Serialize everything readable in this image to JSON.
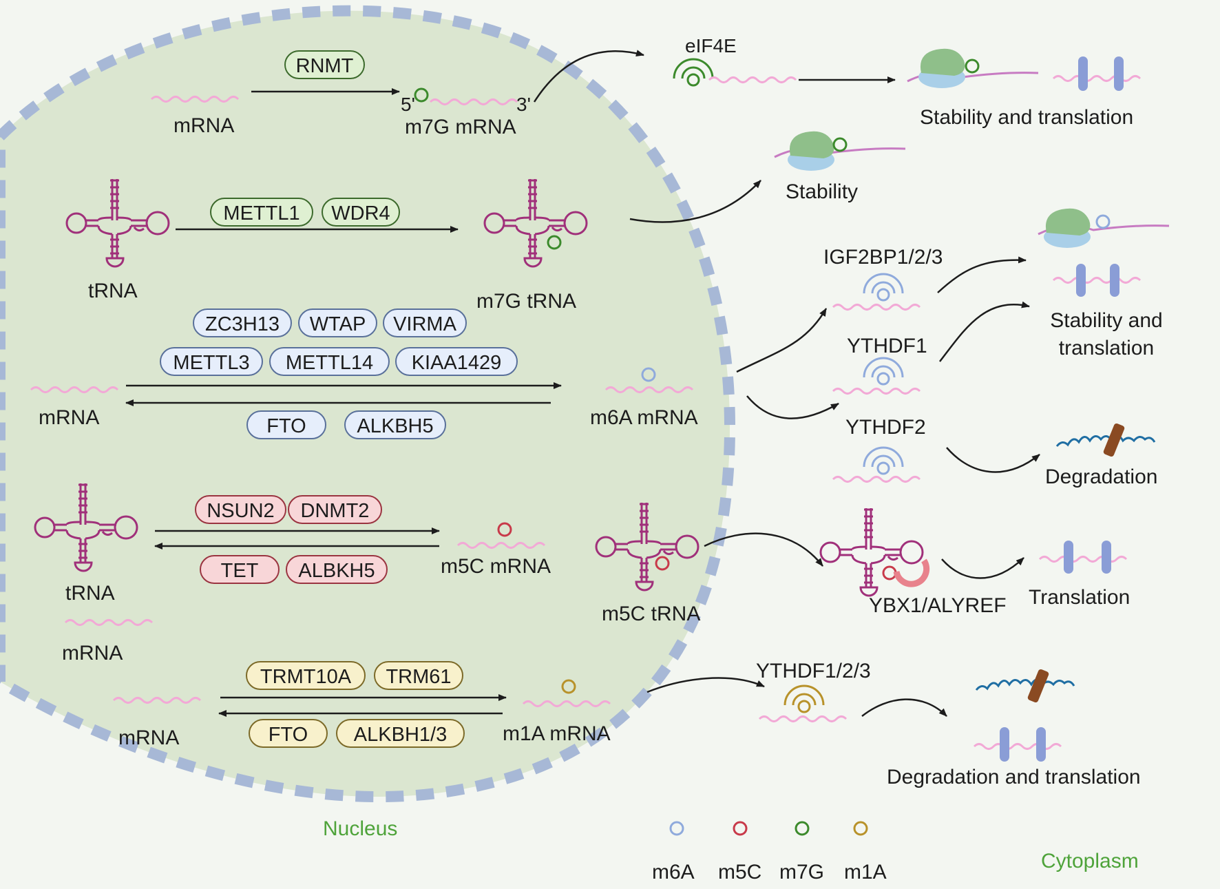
{
  "regions": {
    "nucleus": "Nucleus",
    "cytoplasm": "Cytoplasm"
  },
  "m7g": {
    "writer": "RNMT",
    "substrate": "mRNA",
    "product": "m7G mRNA",
    "five_prime": "5'",
    "three_prime": "3'",
    "reader": "eIF4E",
    "outcome": "Stability and translation",
    "trna_writers": [
      "METTL1",
      "WDR4"
    ],
    "trna_substrate": "tRNA",
    "trna_product": "m7G tRNA",
    "trna_outcome": "Stability"
  },
  "m6a": {
    "writers_row1": [
      "ZC3H13",
      "WTAP",
      "VIRMA"
    ],
    "writers_row2": [
      "METTL3",
      "METTL14",
      "KIAA1429"
    ],
    "erasers": [
      "FTO",
      "ALKBH5"
    ],
    "substrate": "mRNA",
    "product": "m6A mRNA",
    "readers": [
      "IGF2BP1/2/3",
      "YTHDF1",
      "YTHDF2"
    ],
    "outcome_stability": "Stability and translation",
    "outcome_degradation": "Degradation"
  },
  "m5c": {
    "writers": [
      "NSUN2",
      "DNMT2"
    ],
    "erasers": [
      "TET",
      "ALBKH5"
    ],
    "substrate_trna": "tRNA",
    "substrate_mrna": "mRNA",
    "product_mrna": "m5C mRNA",
    "product_trna": "m5C tRNA",
    "reader": "YBX1/ALYREF",
    "outcome": "Translation"
  },
  "m1a": {
    "writers": [
      "TRMT10A",
      "TRM61"
    ],
    "erasers": [
      "FTO",
      "ALKBH1/3"
    ],
    "substrate": "mRNA",
    "product": "m1A mRNA",
    "reader": "YTHDF1/2/3",
    "outcome": "Degradation and translation"
  },
  "legend": [
    {
      "label": "m6A",
      "color": "#8faadc"
    },
    {
      "label": "m5C",
      "color": "#c83a4a"
    },
    {
      "label": "m7G",
      "color": "#3c8a2c"
    },
    {
      "label": "m1A",
      "color": "#b8922a"
    }
  ]
}
